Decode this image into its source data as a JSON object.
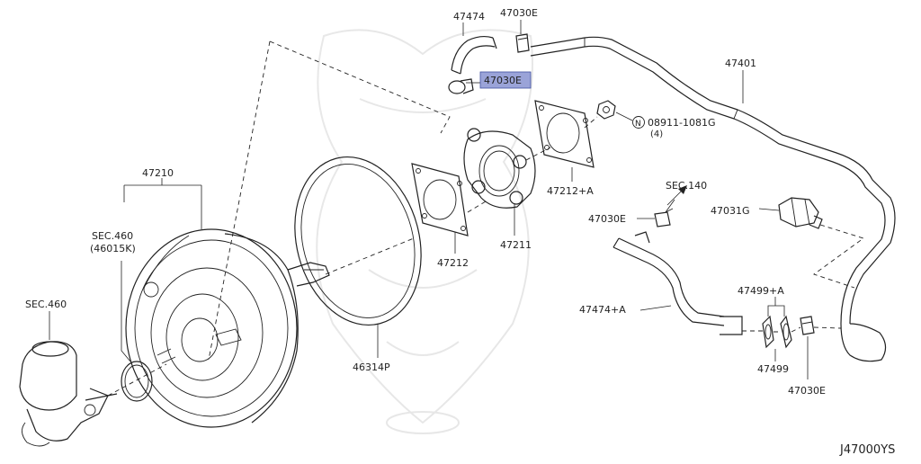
{
  "diagram": {
    "highlight_color": "#9aa3d8",
    "callouts": {
      "hose_47474": "47474",
      "clamp_47030e_top": "47030E",
      "clamp_47030e_highlight": "47030E",
      "hose_47401": "47401",
      "nut_08911": "08911-1081G",
      "nut_qty": "(4)",
      "nut_symbol": "N",
      "gasket_47212a": "47212+A",
      "spacer_47211": "47211",
      "gasket_47212": "47212",
      "booster_47210": "47210",
      "sec_460_46015k": "SEC.460",
      "sec_460_46015k_sub": "(46015K)",
      "sec_460_master": "SEC.460",
      "seal_46314p": "46314P",
      "sec_140": "SEC.140",
      "clamp_47030e_mid": "47030E",
      "valve_47031g": "47031G",
      "hose_47474a": "47474+A",
      "grommet_47499a": "47499+A",
      "grommet_47499": "47499",
      "clamp_47030e_bottom": "47030E"
    },
    "drawing_code": "J47000YS"
  }
}
